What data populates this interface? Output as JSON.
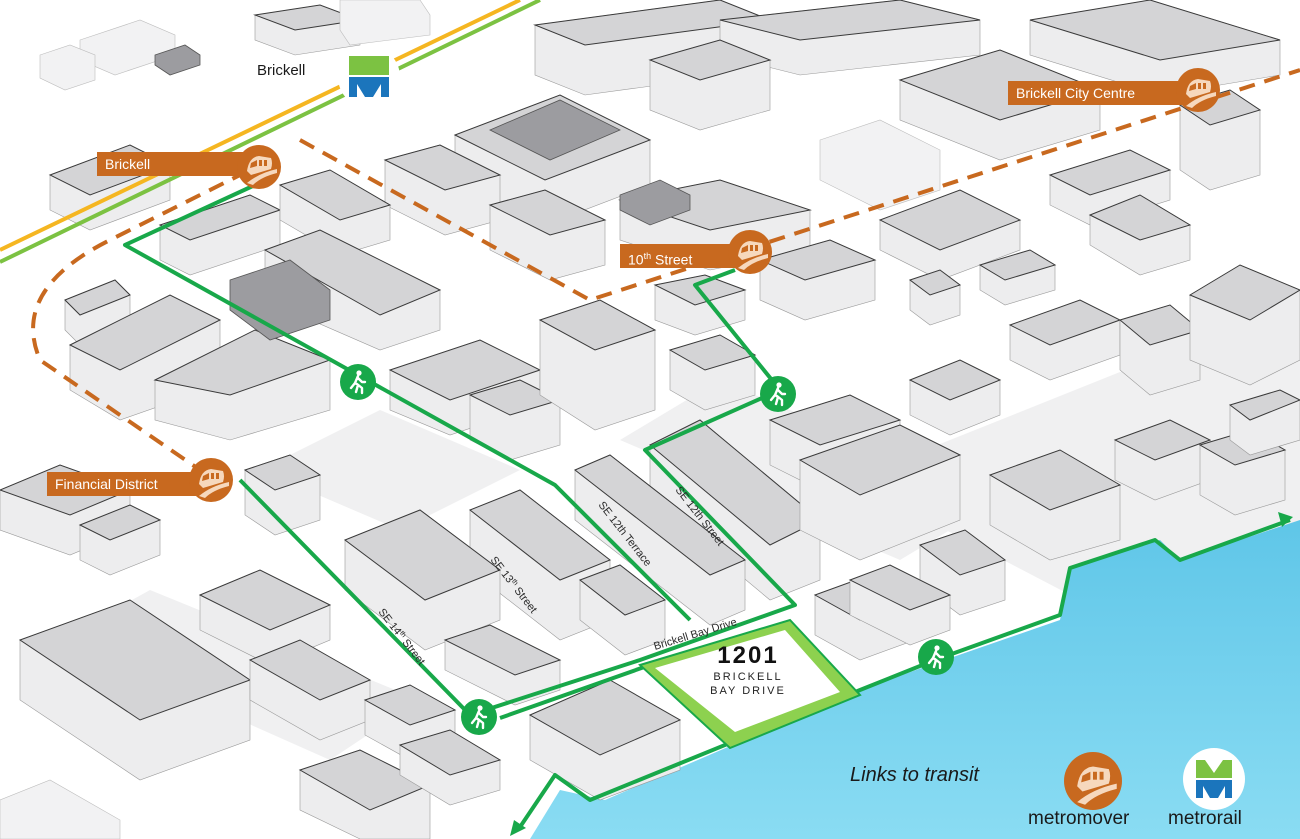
{
  "map": {
    "title": "1201 Brickell Bay Drive — Links to transit",
    "colors": {
      "metromover": "#c8691f",
      "metrorail_green": "#7cc242",
      "metrorail_blue": "#1b75bc",
      "walking_route": "#18a84a",
      "water": "#7fd3ee",
      "metrorail_track_yellow": "#f5b621",
      "site_highlight": "#8dd14f"
    },
    "metrorail_station": {
      "label": "Brickell",
      "icon": "metrorail-m-logo"
    },
    "metromover_stations": [
      {
        "label": "Brickell",
        "icon": "metromover-train-icon"
      },
      {
        "label": "Brickell City Centre",
        "icon": "metromover-train-icon"
      },
      {
        "label_main": "10",
        "label_sup": "th",
        "label_rest": " Street",
        "icon": "metromover-train-icon"
      },
      {
        "label": "Financial District",
        "icon": "metromover-train-icon"
      }
    ],
    "streets": [
      {
        "label": "SE 12th Terrace"
      },
      {
        "label": "SE 12th Street"
      },
      {
        "label_main": "SE 13",
        "label_sup": "th",
        "label_rest": " Street"
      },
      {
        "label_main": "SE 14",
        "label_sup": "th",
        "label_rest": " Street"
      },
      {
        "label": "Brickell Bay Drive"
      }
    ],
    "walk_markers": [
      {
        "icon": "pedestrian-icon"
      },
      {
        "icon": "pedestrian-icon"
      },
      {
        "icon": "pedestrian-icon"
      },
      {
        "icon": "pedestrian-icon"
      }
    ],
    "site": {
      "number": "1201",
      "line1": "BRICKELL",
      "line2": "BAY DRIVE"
    }
  },
  "legend": {
    "title": "Links to transit",
    "items": [
      {
        "label": "metromover",
        "icon": "metromover-train-icon"
      },
      {
        "label": "metrorail",
        "icon": "metrorail-m-logo"
      }
    ]
  }
}
